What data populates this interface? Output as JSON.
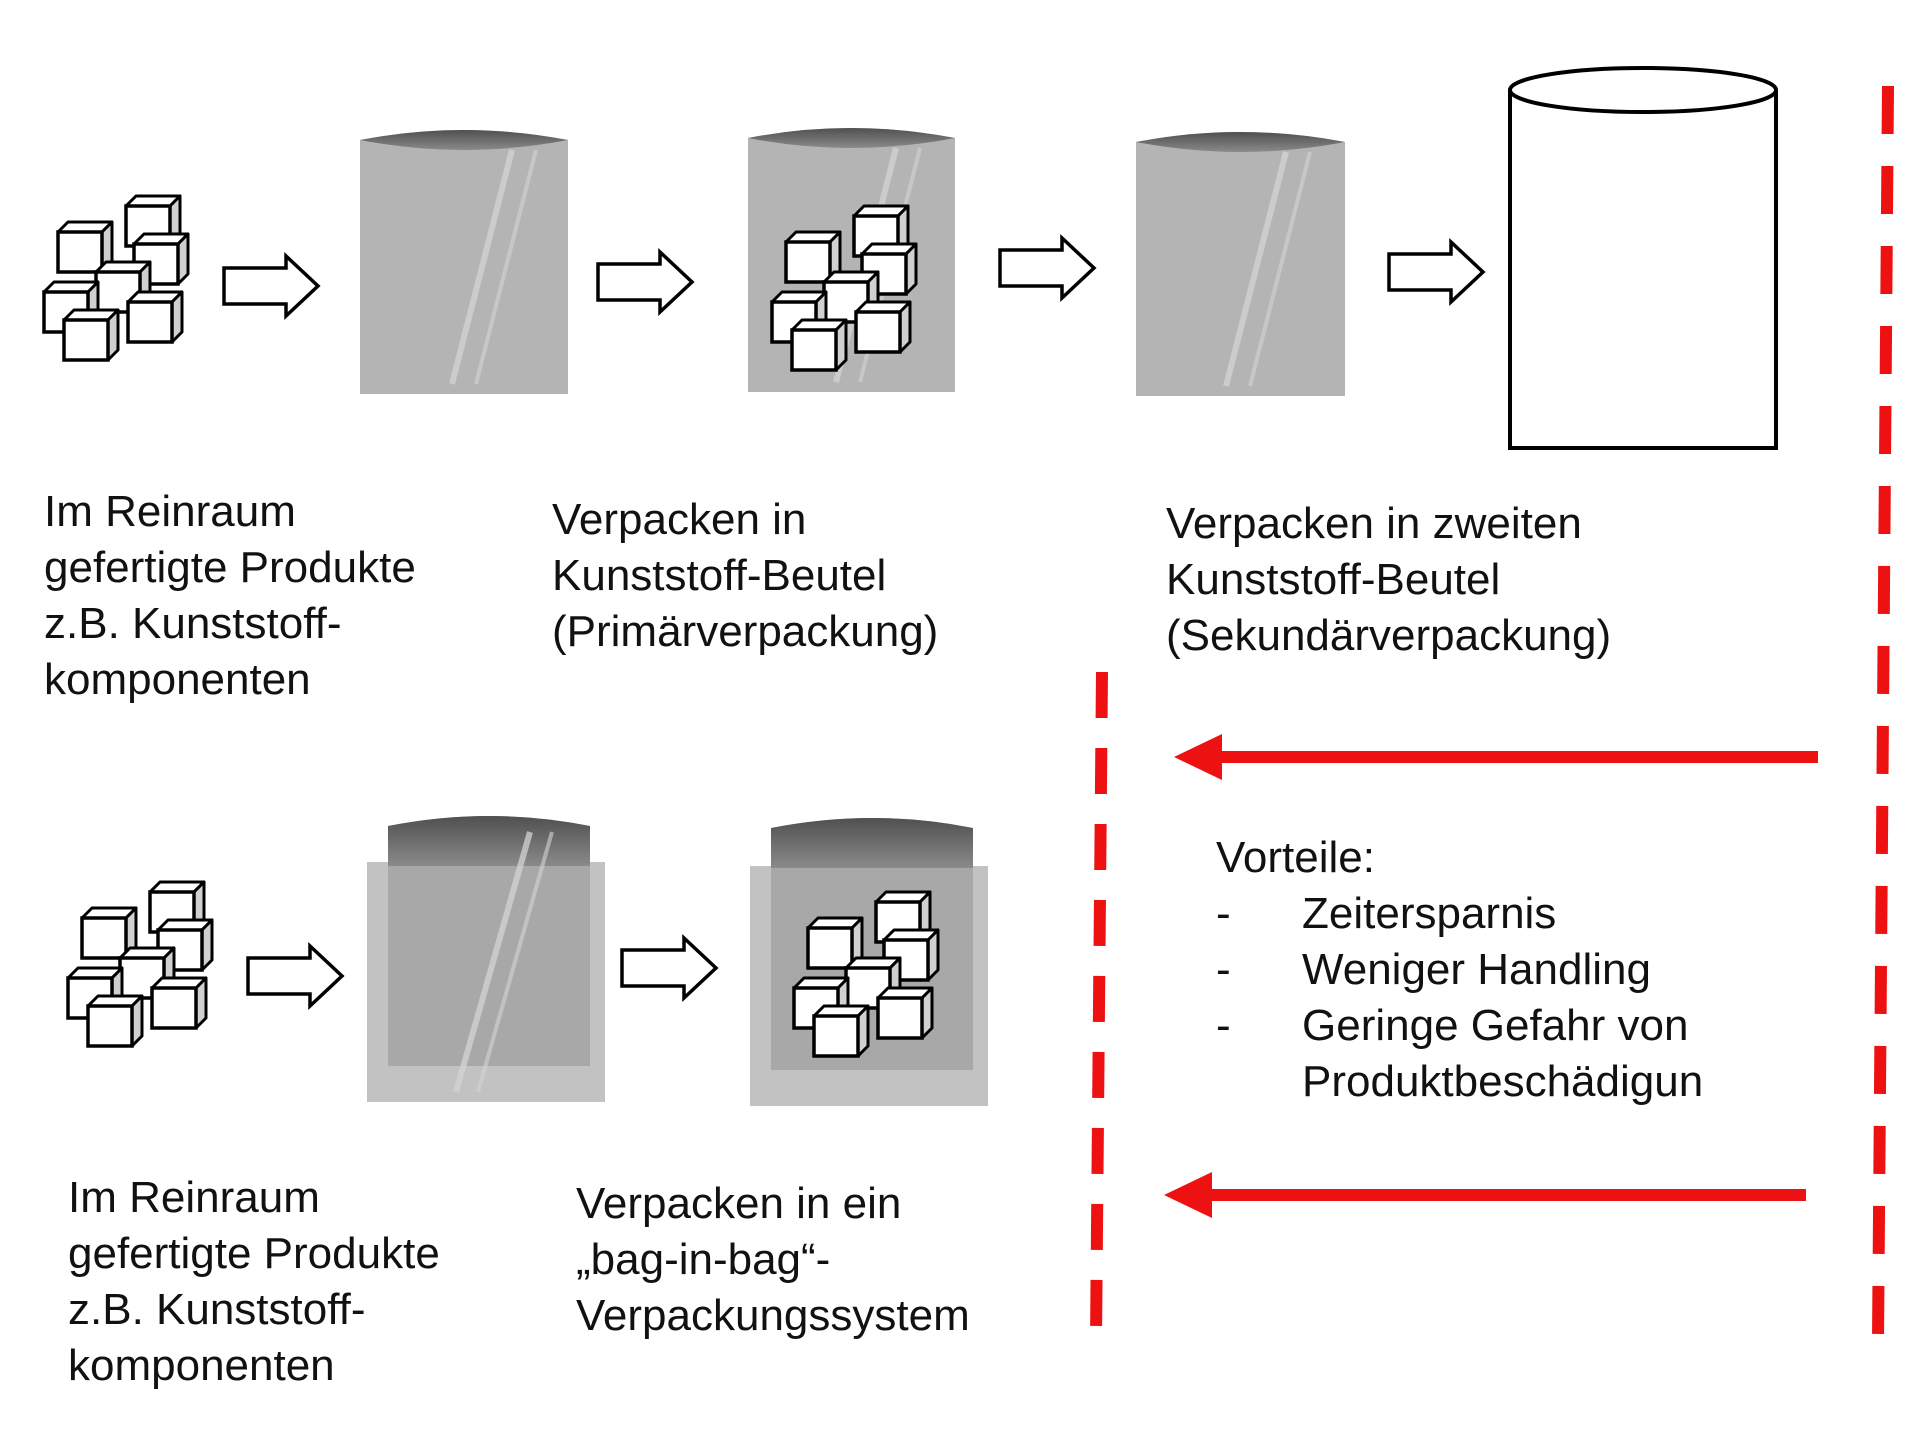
{
  "colors": {
    "accent_red": "#ee1111",
    "bag_fill": "#b4b4b4",
    "bag_top": "#6a6a6a",
    "outer_bag_fill": "#c2c2c2",
    "ink": "#111111"
  },
  "icons": {
    "product": "cube-cluster-icon",
    "bag": "plastic-bag-icon",
    "container": "cylinder-container-icon",
    "flow_arrow": "hollow-arrow-right-icon"
  },
  "top_row": {
    "products_label": [
      "Im Reinraum",
      "gefertigte Produkte",
      "z.B. Kunststoff-",
      "komponenten"
    ],
    "primary_label": [
      "Verpacken in",
      "Kunststoff-Beutel",
      "(Primärverpackung)"
    ],
    "secondary_label": [
      "Verpacken in  zweiten",
      "Kunststoff-Beutel",
      "(Sekundärverpackung)"
    ]
  },
  "bottom_row": {
    "products_label": [
      "Im Reinraum",
      "gefertigte Produkte",
      "z.B. Kunststoff-",
      "komponenten"
    ],
    "baginbag_label": [
      "Verpacken in ein",
      "„bag-in-bag“-",
      "Verpackungssystem"
    ]
  },
  "benefits": {
    "heading": "Vorteile:",
    "bullet": "-",
    "items": [
      "Zeitersparnis",
      "Weniger Handling",
      "Geringe Gefahr von"
    ],
    "item3_cont": "Produktbeschädigun"
  }
}
